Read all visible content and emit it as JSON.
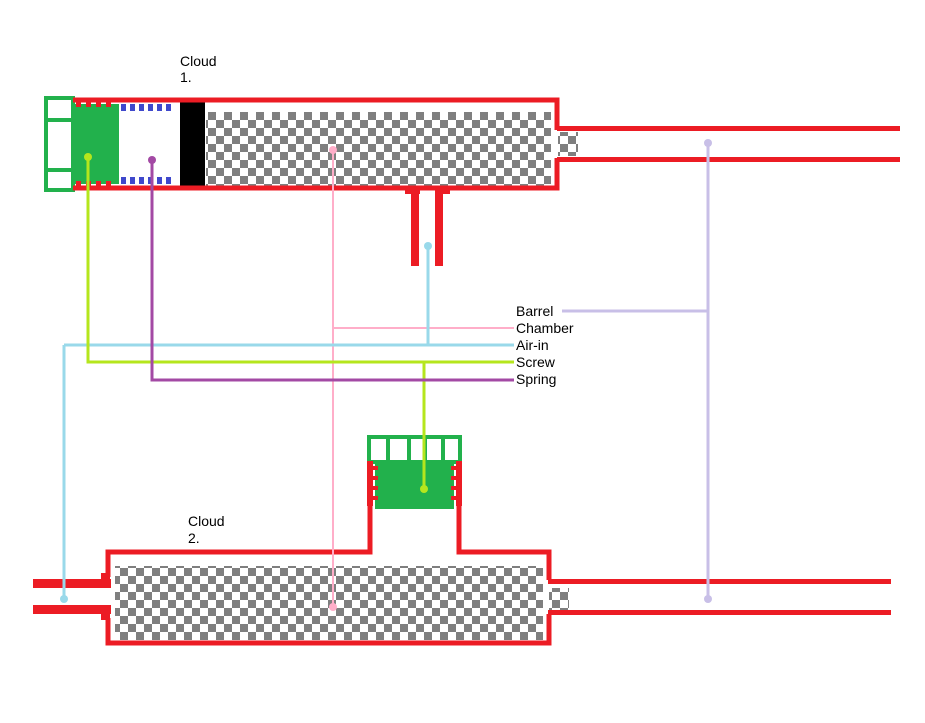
{
  "cloud1": {
    "title": "Cloud",
    "number": "1."
  },
  "cloud2": {
    "title": "Cloud",
    "number": "2."
  },
  "legend": {
    "barrel": "Barrel",
    "chamber": "Chamber",
    "air_in": "Air-in",
    "screw": "Screw",
    "spring": "Spring"
  },
  "colors": {
    "body": "#ec1c24",
    "screw": "#22b14c",
    "spring": "#3f48cc",
    "plunger": "#000000",
    "checker": "#7f7f7f",
    "barrel_line": "#c8bfe7",
    "chamber_line": "#ffaec9",
    "air_in_line": "#99d9ea",
    "screw_line": "#b5e61d",
    "spring_line": "#a349a4"
  }
}
